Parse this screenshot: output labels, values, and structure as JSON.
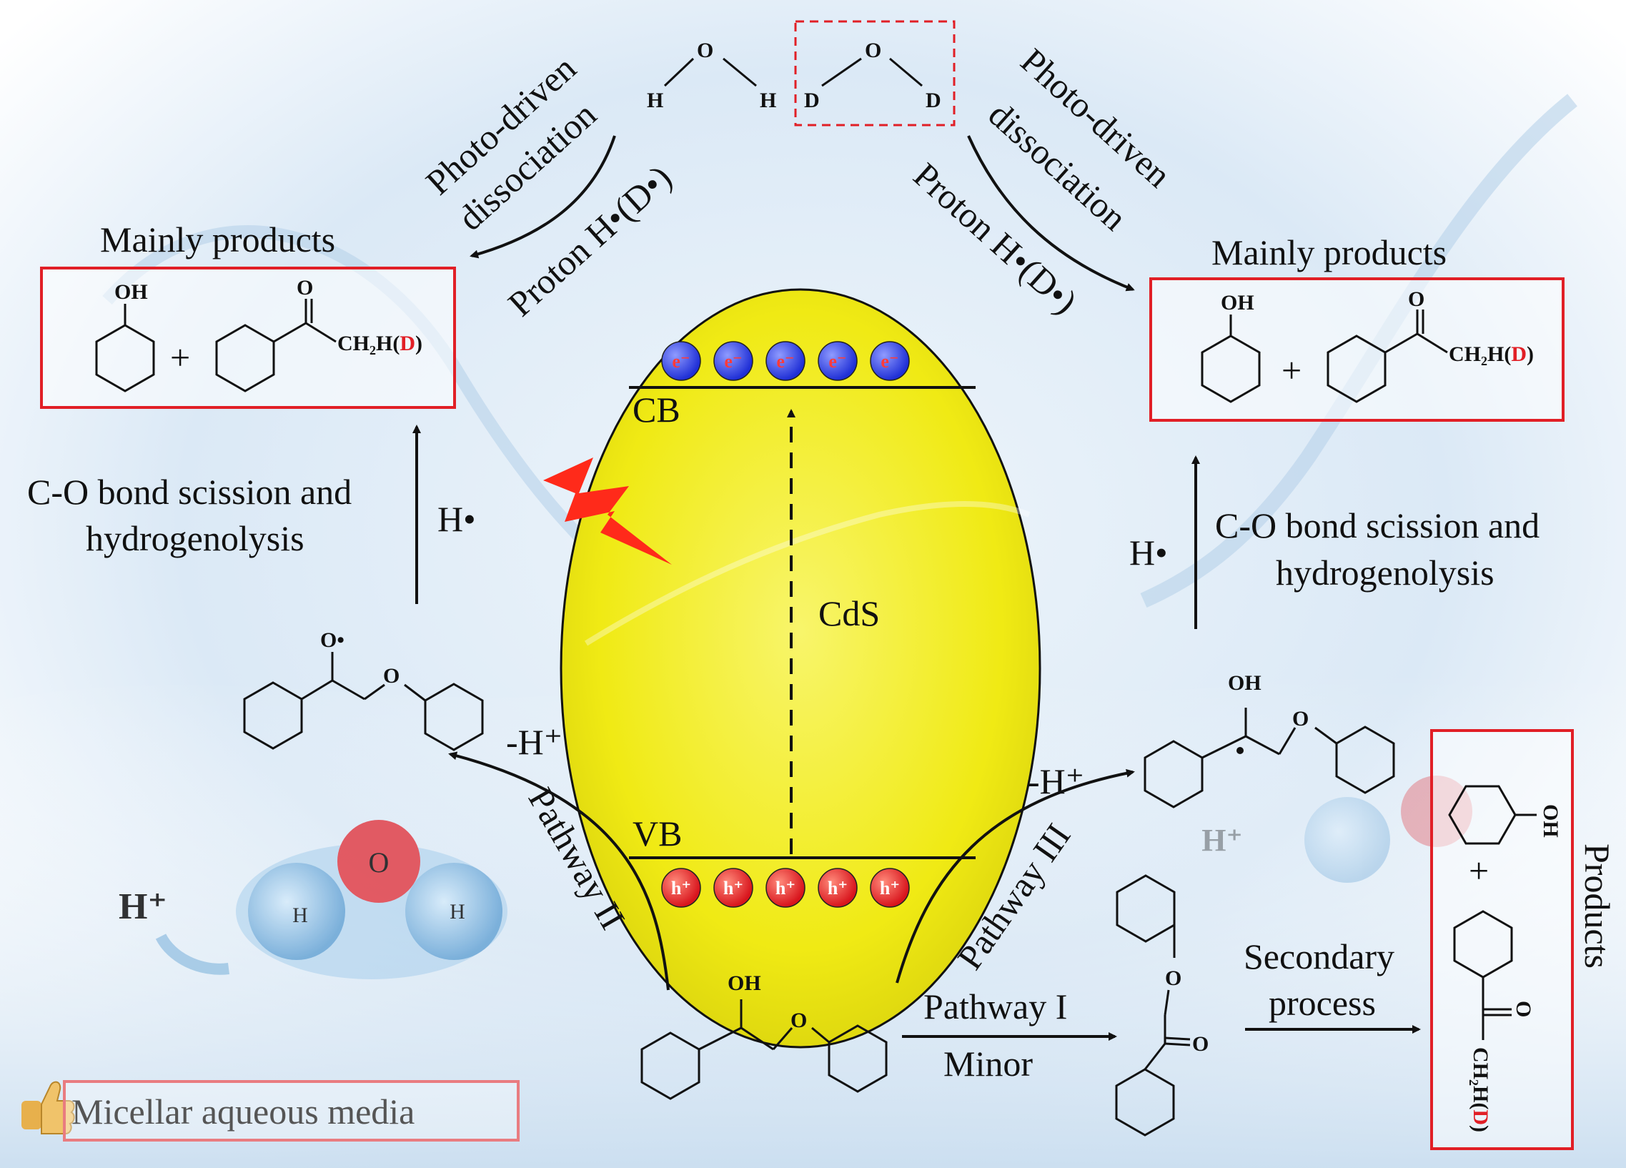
{
  "water_molecules": {
    "h2o": {
      "o": "O",
      "h_left": "H",
      "h_right": "H"
    },
    "d2o": {
      "o": "O",
      "d_left": "D",
      "d_right": "D"
    }
  },
  "left_top": {
    "arrow_label_1": "Photo-driven",
    "arrow_label_2": "dissociation",
    "arrow_label_3": "Proton H•(D•)",
    "products_title": "Mainly products",
    "phenol_oh": "OH",
    "plus": "+",
    "ketone_o": "O",
    "ketone_tail_pre": "CH₂H(",
    "ketone_tail_d": "D",
    "ketone_tail_post": ")"
  },
  "right_top": {
    "arrow_label_1": "Photo-driven",
    "arrow_label_2": "dissociation",
    "arrow_label_3": "Proton H•(D•)",
    "products_title": "Mainly products",
    "phenol_oh": "OH",
    "plus": "+",
    "ketone_o": "O",
    "ketone_tail_pre": "CH₂H(",
    "ketone_tail_d": "D",
    "ketone_tail_post": ")"
  },
  "left_middle": {
    "h_radical": "H•",
    "caption_line_1": "C-O bond scission and",
    "caption_line_2": "hydrogenolysis",
    "radical_o": "O•",
    "ether_o": "O",
    "deprotonation": "-H⁺",
    "pathway": "Pathway II"
  },
  "right_middle": {
    "h_radical": "H•",
    "caption_line_1": "C-O bond scission and",
    "caption_line_2": "hydrogenolysis",
    "alcohol_oh": "OH",
    "ether_o": "O",
    "deprotonation": "-H⁺",
    "pathway": "Pathway III"
  },
  "cds": {
    "label": "CdS",
    "cb_label": "CB",
    "vb_label": "VB",
    "electron_label": "e⁻",
    "hole_label": "h⁺",
    "electron_count": 5,
    "hole_count": 5
  },
  "bottom": {
    "substrate_oh": "OH",
    "substrate_o": "O",
    "pathway_1": "Pathway I",
    "minor": "Minor",
    "ketone_ether_o": "O",
    "ketone_o": "O",
    "secondary_1": "Secondary",
    "secondary_2": "process"
  },
  "products_box": {
    "title": "Products",
    "phenol_oh": "OH",
    "plus": "+",
    "ketone_o": "O",
    "tail_pre": "CH₂H(",
    "tail_d": "D",
    "tail_post": ")"
  },
  "water_cluster": {
    "o": "O",
    "h1": "H",
    "h2": "H",
    "proton": "H⁺"
  },
  "micellar": {
    "label": "Micellar aqueous media"
  },
  "colors": {
    "red_box": "#e11f26",
    "deuterium": "#e11f26",
    "cds_fill": "#f2ef18",
    "electron": "#1f2fd6",
    "hole": "#e11f26",
    "water_bg": "#cfe2f3",
    "lightning": "#ff2a1a"
  }
}
